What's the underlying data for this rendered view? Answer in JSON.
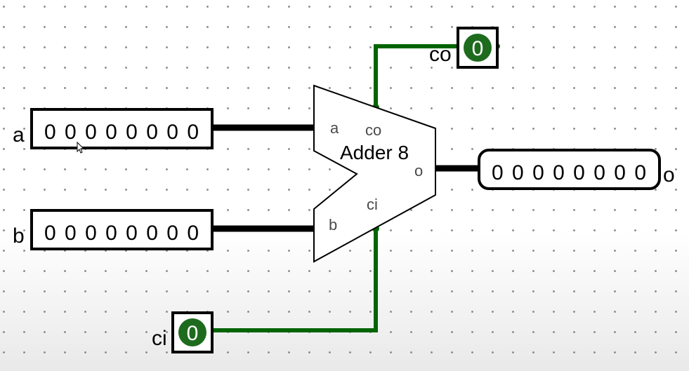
{
  "colors": {
    "wire_on": "#006400",
    "wire_bus": "#000000",
    "led_fill": "#1e6b1e",
    "component_stroke": "#000000",
    "port_text": "#4a4a4a"
  },
  "adder": {
    "title": "Adder 8",
    "ports": {
      "a": "a",
      "b": "b",
      "co": "co",
      "ci": "ci",
      "o": "o"
    }
  },
  "inputs": {
    "a": {
      "label": "a",
      "bits": "0 0 0 0 0 0 0 0"
    },
    "b": {
      "label": "b",
      "bits": "0 0 0 0 0 0 0 0"
    },
    "ci": {
      "label": "ci",
      "value": "0"
    }
  },
  "outputs": {
    "o": {
      "label": "o",
      "bits": "0 0 0 0 0 0 0 0"
    },
    "co": {
      "label": "co",
      "value": "0"
    }
  }
}
